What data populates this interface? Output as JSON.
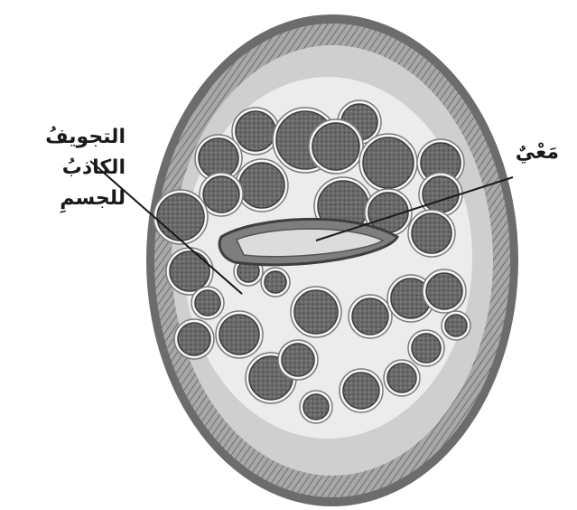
{
  "labels": {
    "pseudocoelom": [
      "التجويفُ",
      "الكاذبُ",
      "للجسمِ"
    ],
    "intestine": "مَعْيٌ"
  },
  "colors": {
    "tissue_dark": "#5a5a5a",
    "tissue_mid": "#9a9a9a",
    "tissue_light": "#d9d9d9",
    "cavity": "#eeeeee",
    "egg_fill": "#6b6b6b",
    "label_text": "#1a1a1a"
  }
}
